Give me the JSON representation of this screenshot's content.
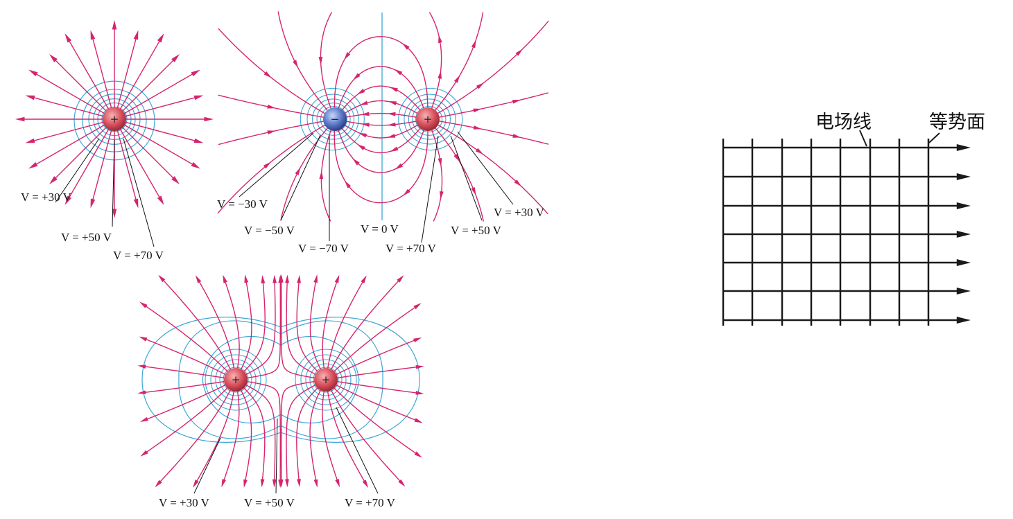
{
  "colors": {
    "field_line": "#d6246e",
    "equipotential": "#3aa7d6",
    "grid": "#1a1a1a",
    "positive_charge": "#d9505c",
    "negative_charge": "#5a78c8"
  },
  "panel_single": {
    "charge_sign": "+",
    "labels": [
      "V = +30 V",
      "V = +50 V",
      "V = +70 V"
    ]
  },
  "panel_dipole": {
    "charges": [
      "−",
      "+"
    ],
    "labels": [
      "V = −30 V",
      "V = −50 V",
      "V = −70 V",
      "V = 0 V",
      "V = +70 V",
      "V = +50 V",
      "V = +30 V"
    ]
  },
  "panel_two_positive": {
    "charges": [
      "+",
      "+"
    ],
    "labels": [
      "V = +30 V",
      "V = +50 V",
      "V = +70 V"
    ]
  },
  "uniform_field": {
    "field_line_label": "电场线",
    "equipotential_label": "等势面"
  }
}
